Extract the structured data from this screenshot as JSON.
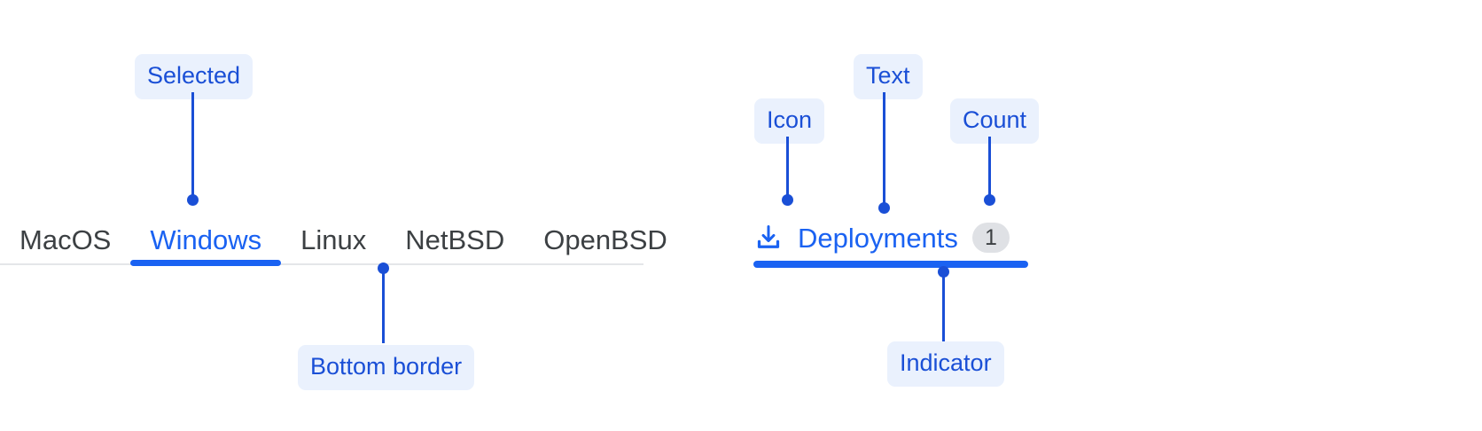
{
  "left_example": {
    "tabs": [
      {
        "label": "MacOS",
        "selected": false
      },
      {
        "label": "Windows",
        "selected": true
      },
      {
        "label": "Linux",
        "selected": false
      },
      {
        "label": "NetBSD",
        "selected": false
      },
      {
        "label": "OpenBSD",
        "selected": false
      }
    ],
    "annotations": {
      "selected": "Selected",
      "bottom_border": "Bottom border"
    }
  },
  "right_example": {
    "tab": {
      "icon": "download-icon",
      "text": "Deployments",
      "count": "1"
    },
    "annotations": {
      "icon": "Icon",
      "text": "Text",
      "count": "Count",
      "indicator": "Indicator"
    }
  },
  "colors": {
    "accent_blue": "#1a62f2",
    "annotation_blue": "#1a4fd6",
    "annotation_bg": "#eaf1fd",
    "tab_text": "#3c4043",
    "divider": "#e4e6e9",
    "count_bg": "#dfe1e5",
    "background": "#ffffff"
  }
}
